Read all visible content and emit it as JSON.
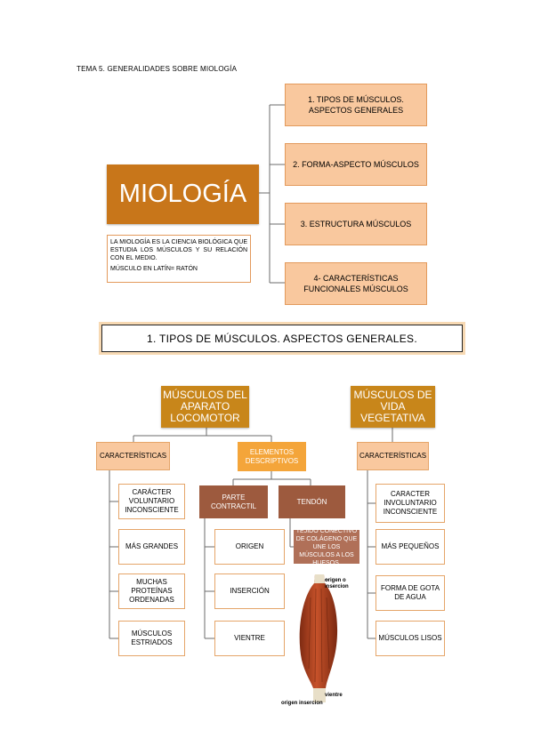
{
  "doc_title": "TEMA 5. GENERALIDADES SOBRE MIOLOGÍA",
  "top": {
    "main_title": "MIOLOGÍA",
    "definition": "LA MIOLOGÍA ES LA CIENCIA BIOLÓGICA QUE ESTUDIA LOS MÚSCULOS Y SU RELACIÓN CON EL MEDIO.",
    "latin_note": "MÚSCULO EN LATÍN= RATÓN",
    "branches": [
      "1. TIPOS DE MÚSCULOS. ASPECTOS GENERALES",
      "2. FORMA-ASPECTO MÚSCULOS",
      "3. ESTRUCTURA MÚSCULOS",
      "4- CARACTERÍSTICAS FUNCIONALES MÚSCULOS"
    ]
  },
  "section_heading": "1.  TIPOS DE MÚSCULOS. ASPECTOS GENERALES.",
  "locomotor": {
    "title": "MÚSCULOS DEL APARATO LOCOMOTOR",
    "characteristics_label": "CARACTERÍSTICAS",
    "characteristics": [
      "CARÁCTER VOLUNTARIO INCONSCIENTE",
      "MÁS GRANDES",
      "MUCHAS PROTEÍNAS ORDENADAS",
      "MÚSCULOS ESTRIADOS"
    ],
    "elements_label": "ELEMENTOS DESCRIPTIVOS",
    "contractile_label": "PARTE CONTRACTIL",
    "tendon_label": "TENDÓN",
    "contractile_parts": [
      "ORIGEN",
      "INSERCIÓN",
      "VIENTRE"
    ],
    "tendon_description": "TEJIDO CONECTIVO DE COLÁGENO QUE UNE LOS MÚSCULOS A LOS HUESOS."
  },
  "vegetative": {
    "title": "MÚSCULOS DE VIDA VEGETATIVA",
    "characteristics_label": "CARACTERÍSTICAS",
    "characteristics": [
      "CARACTER INVOLUNTARIO INCONSCIENTE",
      "MÁS PEQUEÑOS",
      "FORMA DE GOTA DE AGUA",
      "MÚSCULOS LISOS"
    ]
  },
  "muscle_figure": {
    "label_top": "origen o insercion",
    "label_belly": "vientre",
    "label_bottom": "origen insercion"
  },
  "colors": {
    "peach": "#f9c89e",
    "brown_header": "#c8861a",
    "dark_brown": "#9d5a3e",
    "tendon_box": "#b07058",
    "elements_box": "#f4a53a"
  }
}
